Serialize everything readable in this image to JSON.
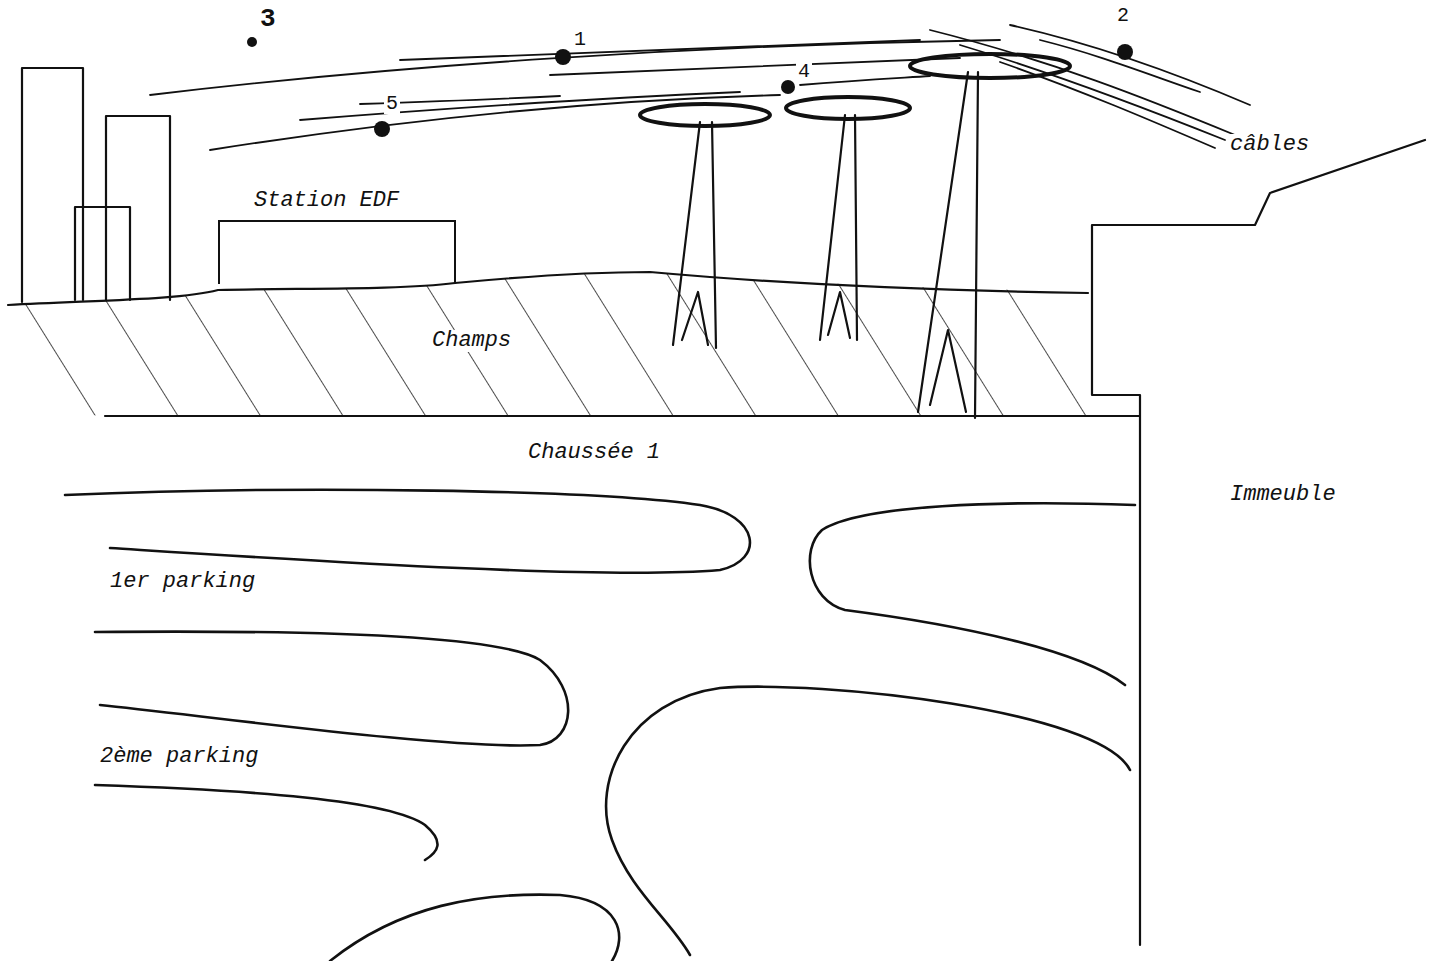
{
  "diagram": {
    "nodes": [
      {
        "text": [
          "Station EDF"
        ]
      }
    ],
    "labels": [
      "3",
      "1",
      "2",
      "4",
      "5",
      "câbles",
      "Champs",
      "Chaussée 1",
      "Immeuble",
      "1er parking",
      "2ème parking"
    ]
  }
}
